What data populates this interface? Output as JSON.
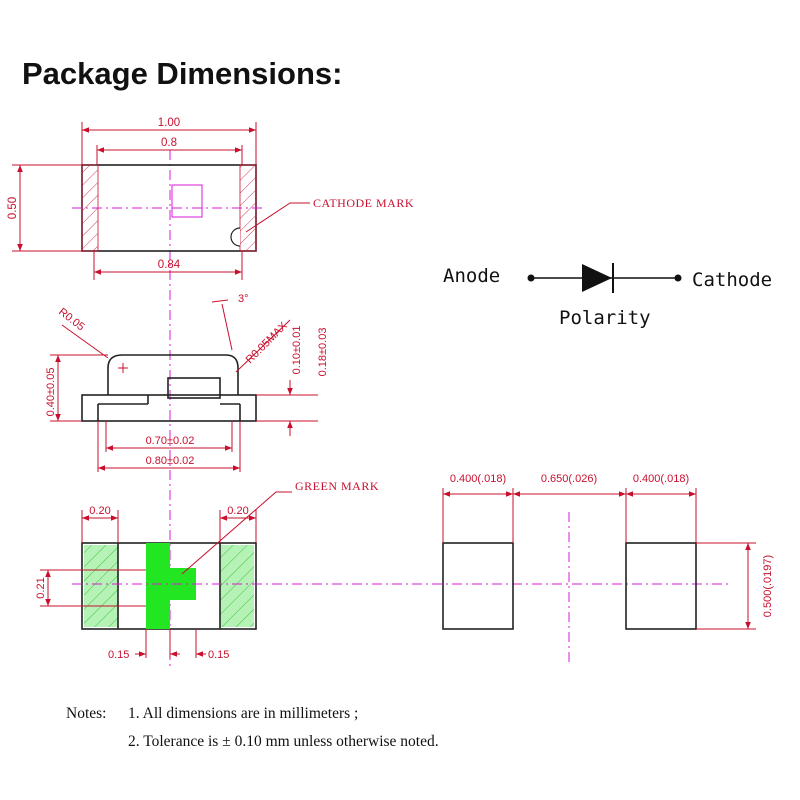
{
  "title": "Package Dimensions:",
  "top_view": {
    "overall_width": "1.00",
    "inner_width": "0.8",
    "height": "0.50",
    "body_width": "0.84",
    "cathode_mark_label": "CATHODE MARK"
  },
  "side_view": {
    "corner_radius": "R0.05",
    "angle": "3°",
    "corner_radius_max": "R0.05MAX",
    "height": "0.40±0.05",
    "terminal_height": "0.10±0.01",
    "total_height": "0.18±0.03",
    "inner_length": "0.70±0.02",
    "outer_length": "0.80±0.02"
  },
  "bottom_view": {
    "green_mark_label": "GREEN MARK",
    "left_pad": "0.20",
    "right_pad": "0.20",
    "mark_height": "0.21",
    "left_offset": "0.15",
    "right_offset": "0.15"
  },
  "polarity": {
    "anode": "Anode",
    "cathode": "Cathode",
    "label": "Polarity"
  },
  "footprint": {
    "pad_left_width": "0.400(.018)",
    "gap": "0.650(.026)",
    "pad_right_width": "0.400(.018)",
    "pad_height": "0.500(.0197)"
  },
  "notes": {
    "label": "Notes:",
    "items": [
      "1. All dimensions are in millimeters ;",
      "2. Tolerance is ± 0.10 mm unless otherwise noted."
    ]
  },
  "colors": {
    "dimension": "#c8102e",
    "outline": "#222222",
    "centerline": "#d81ad8",
    "green_mark": "#22e622"
  }
}
